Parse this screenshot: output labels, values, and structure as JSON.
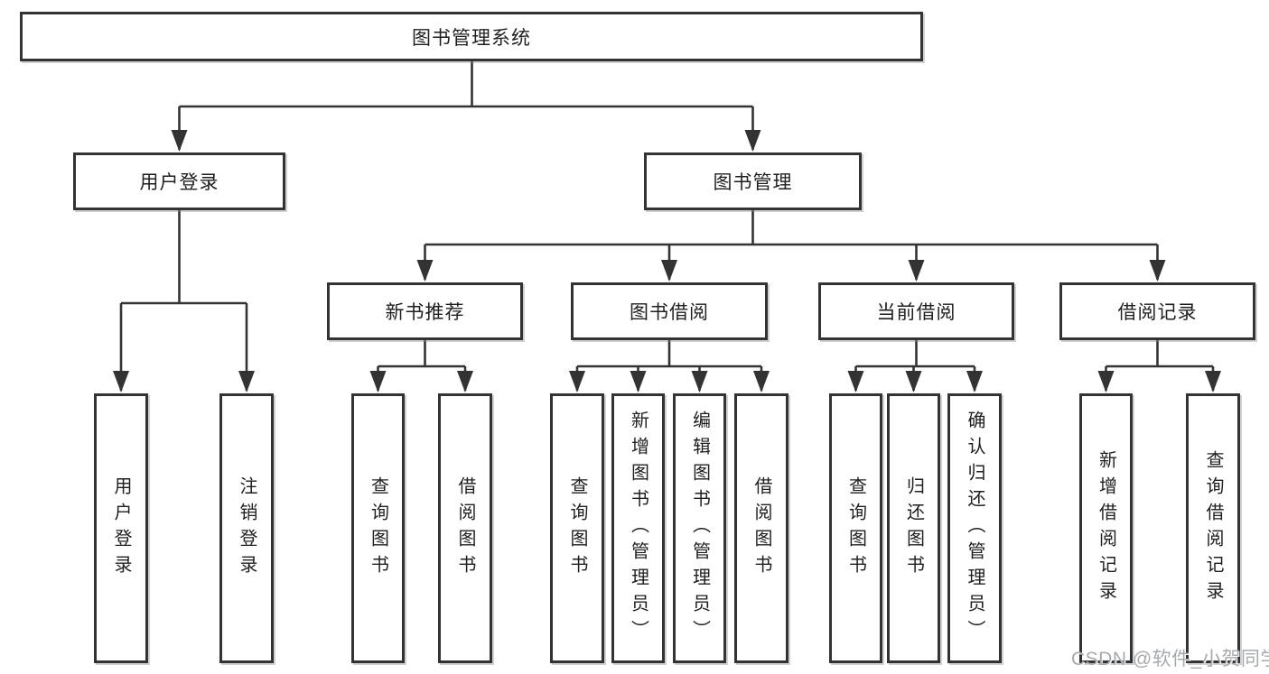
{
  "tree": {
    "label": "图书管理系统",
    "children": [
      {
        "label": "用户登录",
        "children": [
          "用户登录",
          "注销登录"
        ]
      },
      {
        "label": "图书管理",
        "children": [
          {
            "label": "新书推荐",
            "children": [
              "查询图书",
              "借阅图书"
            ]
          },
          {
            "label": "图书借阅",
            "children": [
              "查询图书",
              "新增图书（管理员）",
              "编辑图书（管理员）",
              "借阅图书"
            ]
          },
          {
            "label": "当前借阅",
            "children": [
              "查询图书",
              "归还图书",
              "确认归还（管理员）"
            ]
          },
          {
            "label": "借阅记录",
            "children": [
              "新增借阅记录",
              "查询借阅记录"
            ]
          }
        ]
      }
    ]
  },
  "watermark": "CSDN @软件_小贺同学",
  "colors": {
    "line": "#333333",
    "box_border": "#333333",
    "box_fill": "#ffffff",
    "text": "#1f1f1f",
    "watermark": "#a7aaad"
  }
}
